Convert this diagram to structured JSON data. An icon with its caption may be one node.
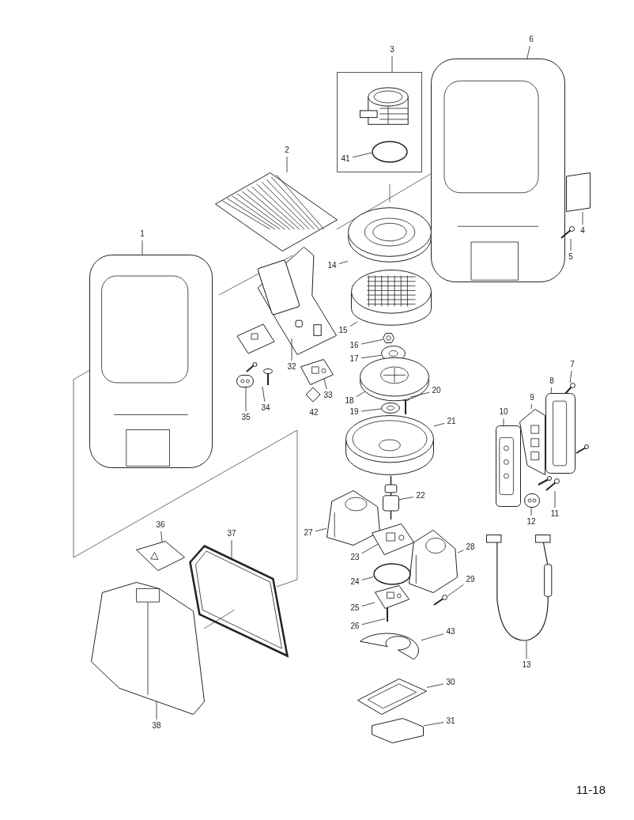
{
  "diagram": {
    "nodes": [
      {
        "text": [],
        "shape": "box"
      },
      {
        "text": [
          "3"
        ]
      },
      {
        "text": [
          "6"
        ]
      },
      {
        "text": [
          "2"
        ]
      },
      {
        "text": [
          "41"
        ],
        "in": 0
      },
      {
        "text": [
          "4"
        ]
      },
      {
        "text": [
          "1"
        ]
      },
      {
        "text": [
          "5"
        ]
      },
      {
        "text": [
          "14"
        ]
      },
      {
        "text": [
          "15"
        ]
      },
      {
        "text": [
          "16"
        ]
      },
      {
        "text": [
          "17"
        ]
      },
      {
        "text": [
          "32"
        ]
      },
      {
        "text": [
          "7"
        ]
      },
      {
        "text": [
          "8"
        ]
      },
      {
        "text": [
          "20"
        ]
      },
      {
        "text": [
          "9"
        ]
      },
      {
        "text": [
          "18"
        ]
      },
      {
        "text": [
          "33"
        ]
      },
      {
        "text": [
          "35"
        ]
      },
      {
        "text": [
          "34"
        ]
      },
      {
        "text": [
          "19"
        ]
      },
      {
        "text": [
          "10"
        ]
      },
      {
        "text": [
          "21"
        ]
      },
      {
        "text": [
          "22"
        ]
      },
      {
        "text": [
          "12"
        ]
      },
      {
        "text": [
          "11"
        ]
      },
      {
        "text": [
          "27"
        ]
      },
      {
        "text": [
          "36"
        ]
      },
      {
        "text": [
          "37"
        ]
      },
      {
        "text": [
          "28"
        ]
      },
      {
        "text": [
          "23"
        ]
      },
      {
        "text": [
          "24"
        ]
      },
      {
        "text": [
          "29"
        ]
      },
      {
        "text": [
          "25"
        ]
      },
      {
        "text": [
          "26"
        ]
      },
      {
        "text": [
          "43"
        ]
      },
      {
        "text": [
          "13"
        ]
      },
      {
        "text": [
          "30"
        ]
      },
      {
        "text": [
          "31"
        ]
      },
      {
        "text": [
          "38"
        ]
      },
      {
        "text": [],
        "shape": "picture",
        "in": 0
      },
      {
        "text": [],
        "shape": "picture"
      },
      {
        "text": [],
        "shape": "picture"
      },
      {
        "text": [],
        "shape": "circle",
        "in": 0
      },
      {
        "text": [],
        "shape": "box"
      },
      {
        "text": [],
        "shape": "picture"
      },
      {
        "text": [],
        "shape": "picture"
      },
      {
        "text": [],
        "shape": "picture"
      },
      {
        "text": [],
        "shape": "picture"
      },
      {
        "text": [],
        "shape": "picture"
      },
      {
        "text": [],
        "shape": "picture"
      },
      {
        "text": [],
        "shape": "outline"
      },
      {
        "text": [],
        "shape": "picture"
      },
      {
        "text": [],
        "shape": "picture"
      },
      {
        "text": [],
        "shape": "picture"
      },
      {
        "text": [],
        "shape": "picture"
      },
      {
        "text": [],
        "shape": "picture"
      },
      {
        "text": [],
        "shape": "picture"
      },
      {
        "text": [],
        "shape": "picture"
      },
      {
        "text": [],
        "shape": "picture"
      },
      {
        "text": [],
        "shape": "picture"
      },
      {
        "text": [],
        "shape": "picture"
      },
      {
        "text": [],
        "shape": "picture"
      },
      {
        "text": [],
        "shape": "picture"
      },
      {
        "text": [],
        "shape": "picture"
      },
      {
        "text": [],
        "shape": "picture"
      },
      {
        "text": [],
        "shape": "picture"
      },
      {
        "text": [],
        "shape": "picture"
      },
      {
        "text": [],
        "shape": "picture"
      },
      {
        "text": [],
        "shape": "picture"
      },
      {
        "text": [],
        "shape": "picture"
      },
      {
        "text": [],
        "shape": "circle"
      },
      {
        "text": [],
        "shape": "picture"
      },
      {
        "text": [],
        "shape": "picture"
      },
      {
        "text": [],
        "shape": "picture"
      },
      {
        "text": [],
        "shape": "picture"
      },
      {
        "text": [],
        "shape": "picture"
      },
      {
        "text": [],
        "shape": "picture"
      },
      {
        "text": [],
        "shape": "picture"
      },
      {
        "text": [],
        "shape": "picture"
      }
    ],
    "edges": [
      {
        "from": 1,
        "to": 0,
        "arrow": "none"
      },
      {
        "from": 2,
        "to": 42,
        "arrow": "none"
      },
      {
        "from": 3,
        "to": 43,
        "arrow": "none"
      },
      {
        "from": 4,
        "to": 44,
        "arrow": "none"
      },
      {
        "from": 5,
        "to": 45,
        "arrow": "none"
      },
      {
        "from": 6,
        "to": 46,
        "arrow": "none"
      },
      {
        "from": 7,
        "to": 47,
        "arrow": "none"
      },
      {
        "from": 8,
        "to": 48,
        "arrow": "none"
      },
      {
        "from": 9,
        "to": 49,
        "arrow": "none"
      },
      {
        "from": 10,
        "to": 50,
        "arrow": "none"
      },
      {
        "from": 11,
        "to": 51,
        "arrow": "none"
      },
      {
        "from": 12,
        "to": 52,
        "arrow": "none"
      },
      {
        "from": 13,
        "to": 53,
        "arrow": "none"
      },
      {
        "from": 14,
        "to": 54,
        "arrow": "none"
      },
      {
        "from": 15,
        "to": 55,
        "arrow": "none"
      },
      {
        "from": 16,
        "to": 56,
        "arrow": "none"
      },
      {
        "from": 17,
        "to": 57,
        "arrow": "none"
      },
      {
        "from": 18,
        "to": 58,
        "arrow": "none"
      },
      {
        "from": 19,
        "to": 59,
        "arrow": "none"
      },
      {
        "from": 20,
        "to": 60,
        "arrow": "none"
      },
      {
        "from": 21,
        "to": 61,
        "arrow": "none"
      },
      {
        "from": 22,
        "to": 62,
        "arrow": "none"
      },
      {
        "from": 23,
        "to": 63,
        "arrow": "none"
      },
      {
        "from": 24,
        "to": 64,
        "arrow": "none"
      },
      {
        "from": 25,
        "to": 65,
        "arrow": "none"
      },
      {
        "from": 26,
        "to": 66,
        "arrow": "none"
      },
      {
        "from": 27,
        "to": 67,
        "arrow": "none"
      },
      {
        "from": 28,
        "to": 68,
        "arrow": "none"
      },
      {
        "from": 29,
        "to": 69,
        "arrow": "none"
      },
      {
        "from": 30,
        "to": 70,
        "arrow": "none"
      },
      {
        "from": 31,
        "to": 71,
        "arrow": "none"
      },
      {
        "from": 32,
        "to": 72,
        "arrow": "none"
      },
      {
        "from": 33,
        "to": 73,
        "arrow": "none"
      },
      {
        "from": 34,
        "to": 74,
        "arrow": "none"
      },
      {
        "from": 35,
        "to": 75,
        "arrow": "none"
      },
      {
        "from": 36,
        "to": 76,
        "arrow": "none"
      },
      {
        "from": 37,
        "to": 77,
        "arrow": "none"
      },
      {
        "from": 38,
        "to": 78,
        "arrow": "none"
      },
      {
        "from": 39,
        "to": 79,
        "arrow": "none"
      },
      {
        "from": 40,
        "to": 80,
        "arrow": "none"
      }
    ],
    "labels": [
      "42",
      "11-18"
    ]
  }
}
